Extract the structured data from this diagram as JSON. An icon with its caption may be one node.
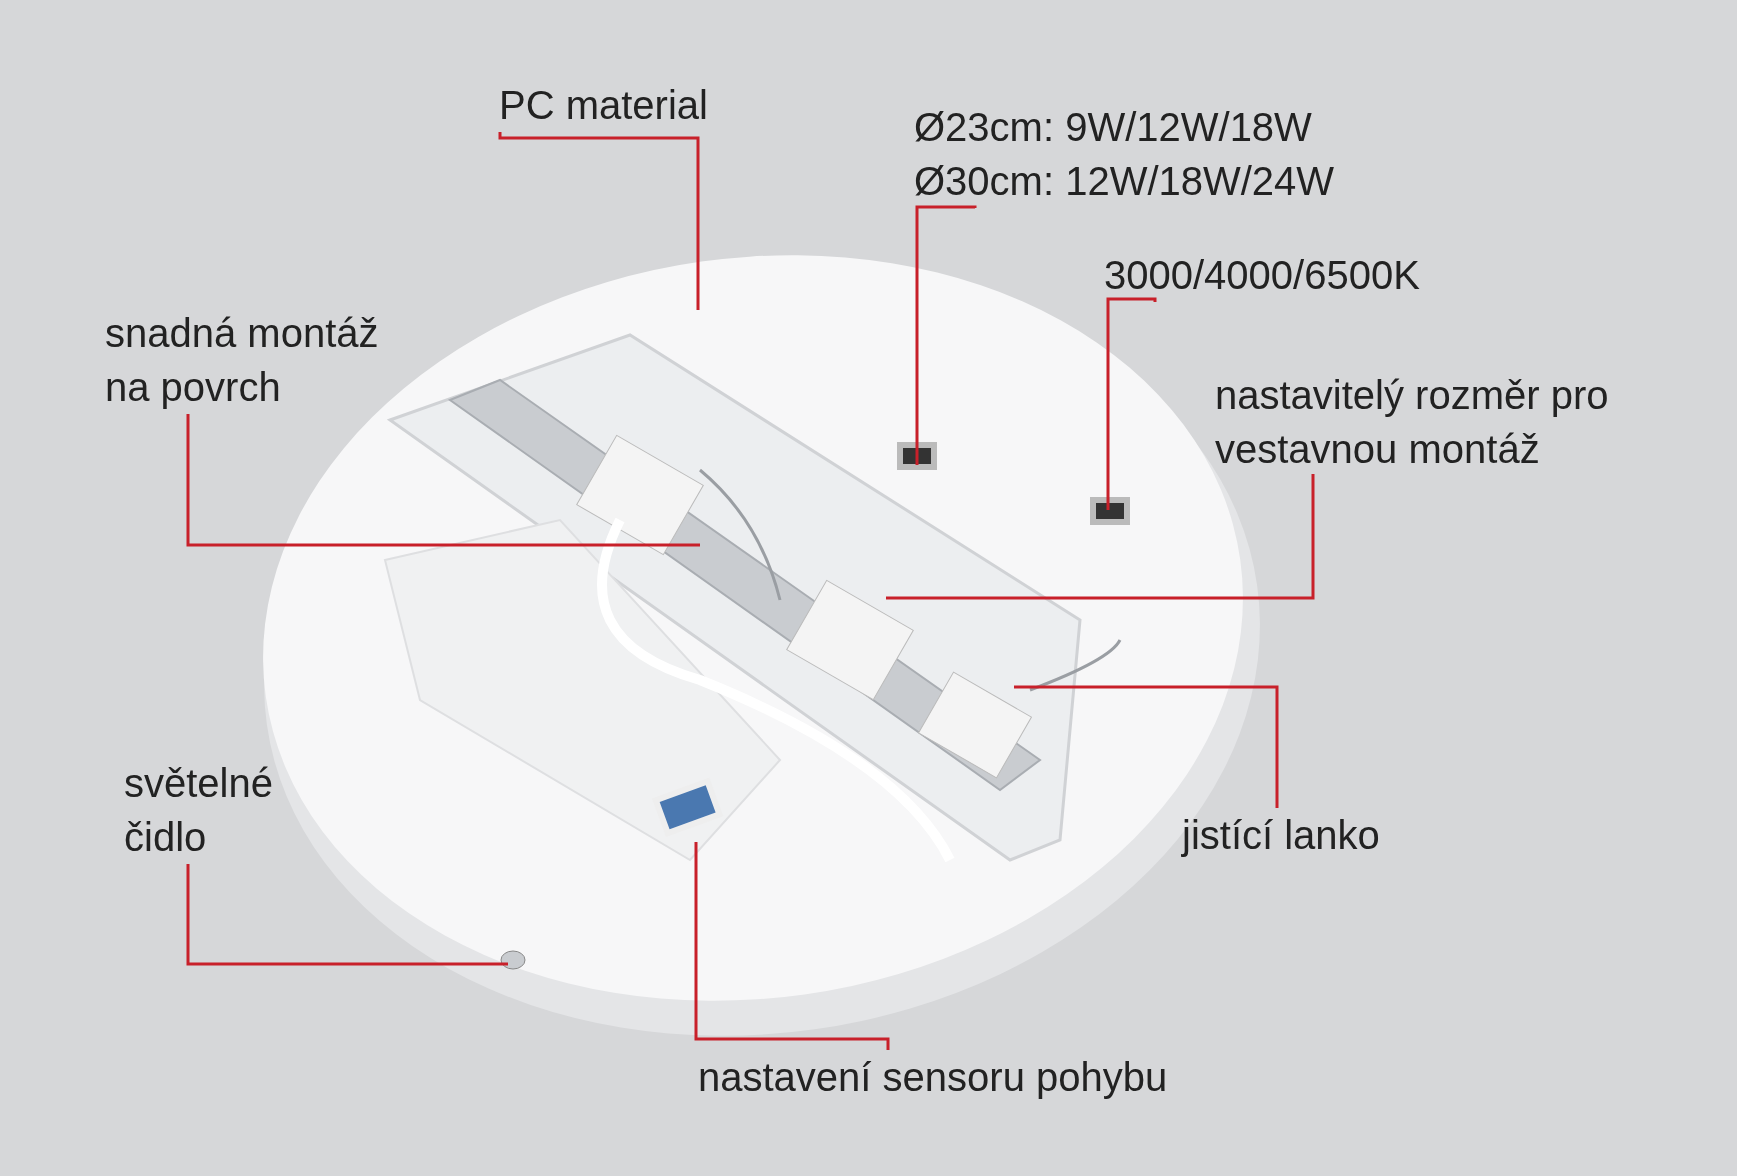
{
  "diagram": {
    "nodes": [
      {
        "text": [
          "PC material"
        ]
      },
      {
        "text": [
          "Ø23cm: 9W/12W/18W",
          "Ø30cm: 12W/18W/24W"
        ]
      },
      {
        "text": [
          "3000/4000/6500K"
        ]
      },
      {
        "text": [
          "snadná montáž na povrch"
        ]
      },
      {
        "text": [
          "nastavitelý rozměr pro vestavnou montáž"
        ]
      },
      {
        "text": [
          "jistící lanko"
        ]
      },
      {
        "text": [
          "světelné čidlo"
        ]
      },
      {
        "text": [
          "nastavení sensoru pohybu"
        ]
      }
    ],
    "edges": [
      {
        "from": 0,
        "to": null,
        "arrow": "none"
      },
      {
        "from": 1,
        "to": null,
        "arrow": "none"
      },
      {
        "from": 2,
        "to": null,
        "arrow": "none"
      },
      {
        "from": 3,
        "to": null,
        "arrow": "none"
      },
      {
        "from": 4,
        "to": null,
        "arrow": "none"
      },
      {
        "from": 5,
        "to": null,
        "arrow": "none"
      },
      {
        "from": 6,
        "to": null,
        "arrow": "none"
      },
      {
        "from": 7,
        "to": null,
        "arrow": "none"
      }
    ]
  }
}
